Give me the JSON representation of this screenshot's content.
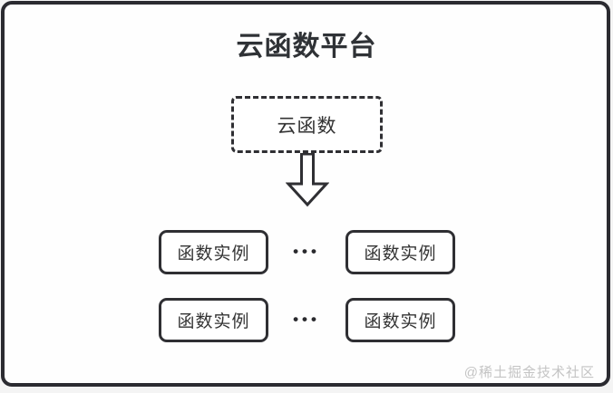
{
  "diagram": {
    "title": "云函数平台",
    "source_box": {
      "label": "云函数"
    },
    "arrow": {
      "direction": "down",
      "style": "hollow-outline"
    },
    "rows": [
      {
        "left_label": "函数实例",
        "dots": "•••",
        "right_label": "函数实例"
      },
      {
        "left_label": "函数实例",
        "dots": "•••",
        "right_label": "函数实例"
      }
    ],
    "watermark": "@稀土掘金技术社区",
    "colors": {
      "frame_border": "#2b2b31",
      "box_border": "#2f2f33",
      "text": "#333333",
      "watermark": "#c4c4c4",
      "inner_background": "#fefefe",
      "page_background": "#f4f4f4"
    }
  }
}
